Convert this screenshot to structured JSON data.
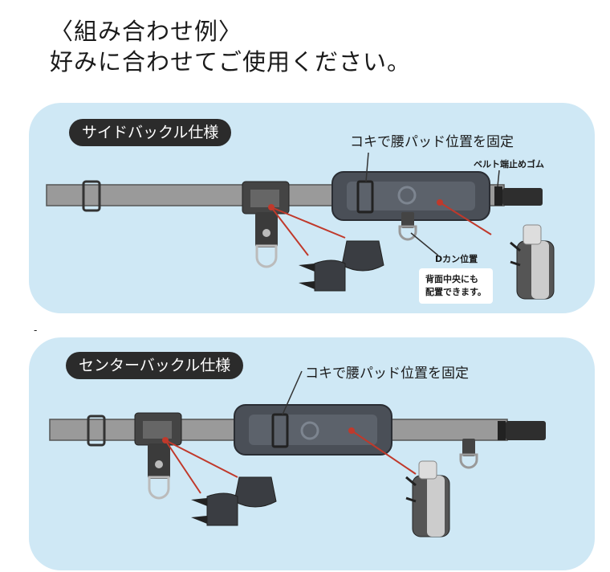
{
  "heading": {
    "line1": "〈組み合わせ例〉",
    "line2": "好みに合わせてご使用ください。"
  },
  "panel1": {
    "tag": "サイドバックル仕様",
    "label_koki": "コキで腰パッド位置を固定",
    "label_belt_end": "ベルト端止めゴム",
    "label_dkan": "Dカン位置",
    "note": [
      "背面中央にも",
      "配置できます。"
    ]
  },
  "panel2": {
    "tag": "センターバックル仕様",
    "label_koki": "コキで腰パッド位置を固定"
  },
  "separator": "-",
  "colors": {
    "panel_bg": "#cfe8f5",
    "belt": "#9a9a9a",
    "pad": "#4a4f57",
    "pointer": "#c0392b"
  }
}
